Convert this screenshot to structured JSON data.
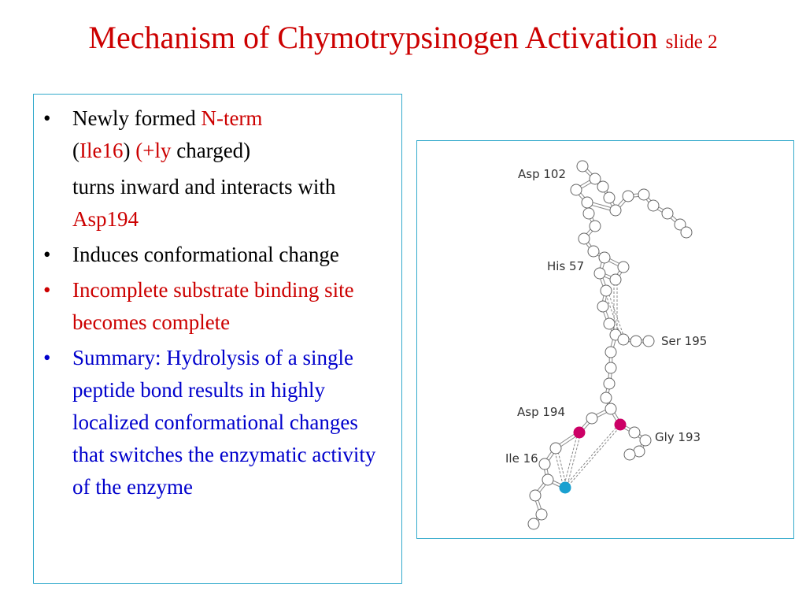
{
  "title": {
    "main": "Mechanism of Chymotrypsinogen Activation",
    "suffix": "slide 2"
  },
  "bullets": {
    "b1": {
      "p1": "Newly formed ",
      "p2": "N-term",
      "p3": "(",
      "p4": "Ile16",
      "p5": ") ",
      "p6": "(+ly",
      "p7": " charged)"
    },
    "b1_cont": {
      "p1": "turns inward and interacts with ",
      "p2": "Asp194"
    },
    "b2": "Induces conformational change",
    "b3": "Incomplete substrate binding site becomes complete",
    "b4": "Summary: Hydrolysis of a single peptide bond results in highly localized conformational changes that switches the enzymatic activity of the enzyme"
  },
  "figure": {
    "labels": {
      "asp102": "Asp 102",
      "his57": "His  57",
      "ser195": "Ser  195",
      "asp194": "Asp  194",
      "gly193": "Gly  193",
      "ile16": "Ile 16"
    },
    "atom_colors": {
      "carbon": "#ffffff",
      "oxygen": "#cc0066",
      "nitrogen": "#1aa0d0",
      "bond": "#888888"
    }
  }
}
